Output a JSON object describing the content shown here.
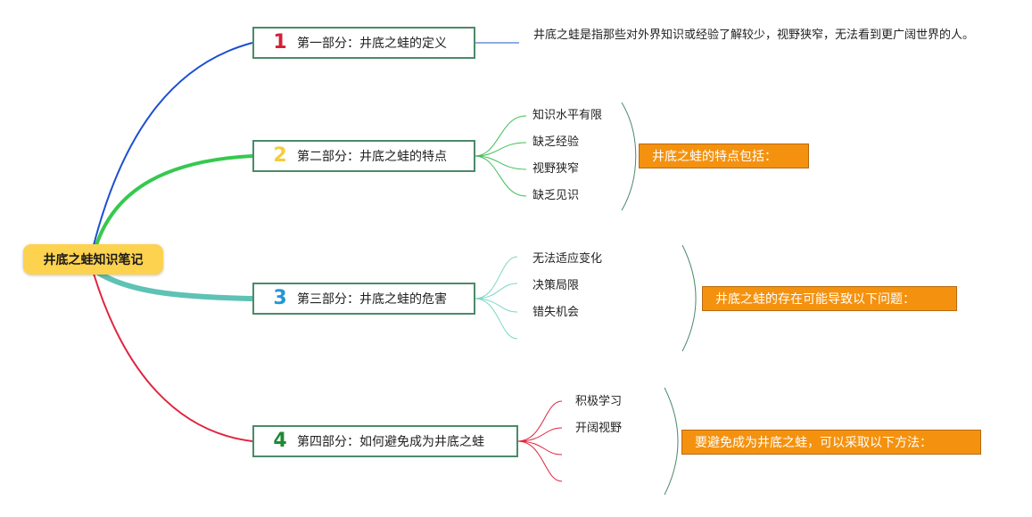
{
  "root": {
    "title": "井底之蛙知识笔记"
  },
  "sections": [
    {
      "num": "1",
      "color": "#d32034",
      "label": "第一部分：井底之蛙的定义",
      "branch_color": "#1d4fd0"
    },
    {
      "num": "2",
      "color": "#f5cc3a",
      "label": "第二部分：井底之蛙的特点",
      "branch_color": "#35c94e"
    },
    {
      "num": "3",
      "color": "#2396d8",
      "label": "第三部分：井底之蛙的危害",
      "branch_color": "#5ec2b5"
    },
    {
      "num": "4",
      "color": "#1f8a35",
      "label": "第四部分：如何避免成为井底之蛙",
      "branch_color": "#e0243d"
    }
  ],
  "definition": "井底之蛙是指那些对外界知识或经验了解较少，视野狭窄，无法看到更广阔世界的人。",
  "traits": [
    "知识水平有限",
    "缺乏经验",
    "视野狭窄",
    "缺乏见识"
  ],
  "harms": [
    "无法适应变化",
    "决策局限",
    "错失机会"
  ],
  "methods": [
    "积极学习",
    "开阔视野"
  ],
  "notes": {
    "traits": "井底之蛙的特点包括：",
    "harms": "井底之蛙的存在可能导致以下问题：",
    "methods": "要避免成为井底之蛙，可以采取以下方法："
  }
}
